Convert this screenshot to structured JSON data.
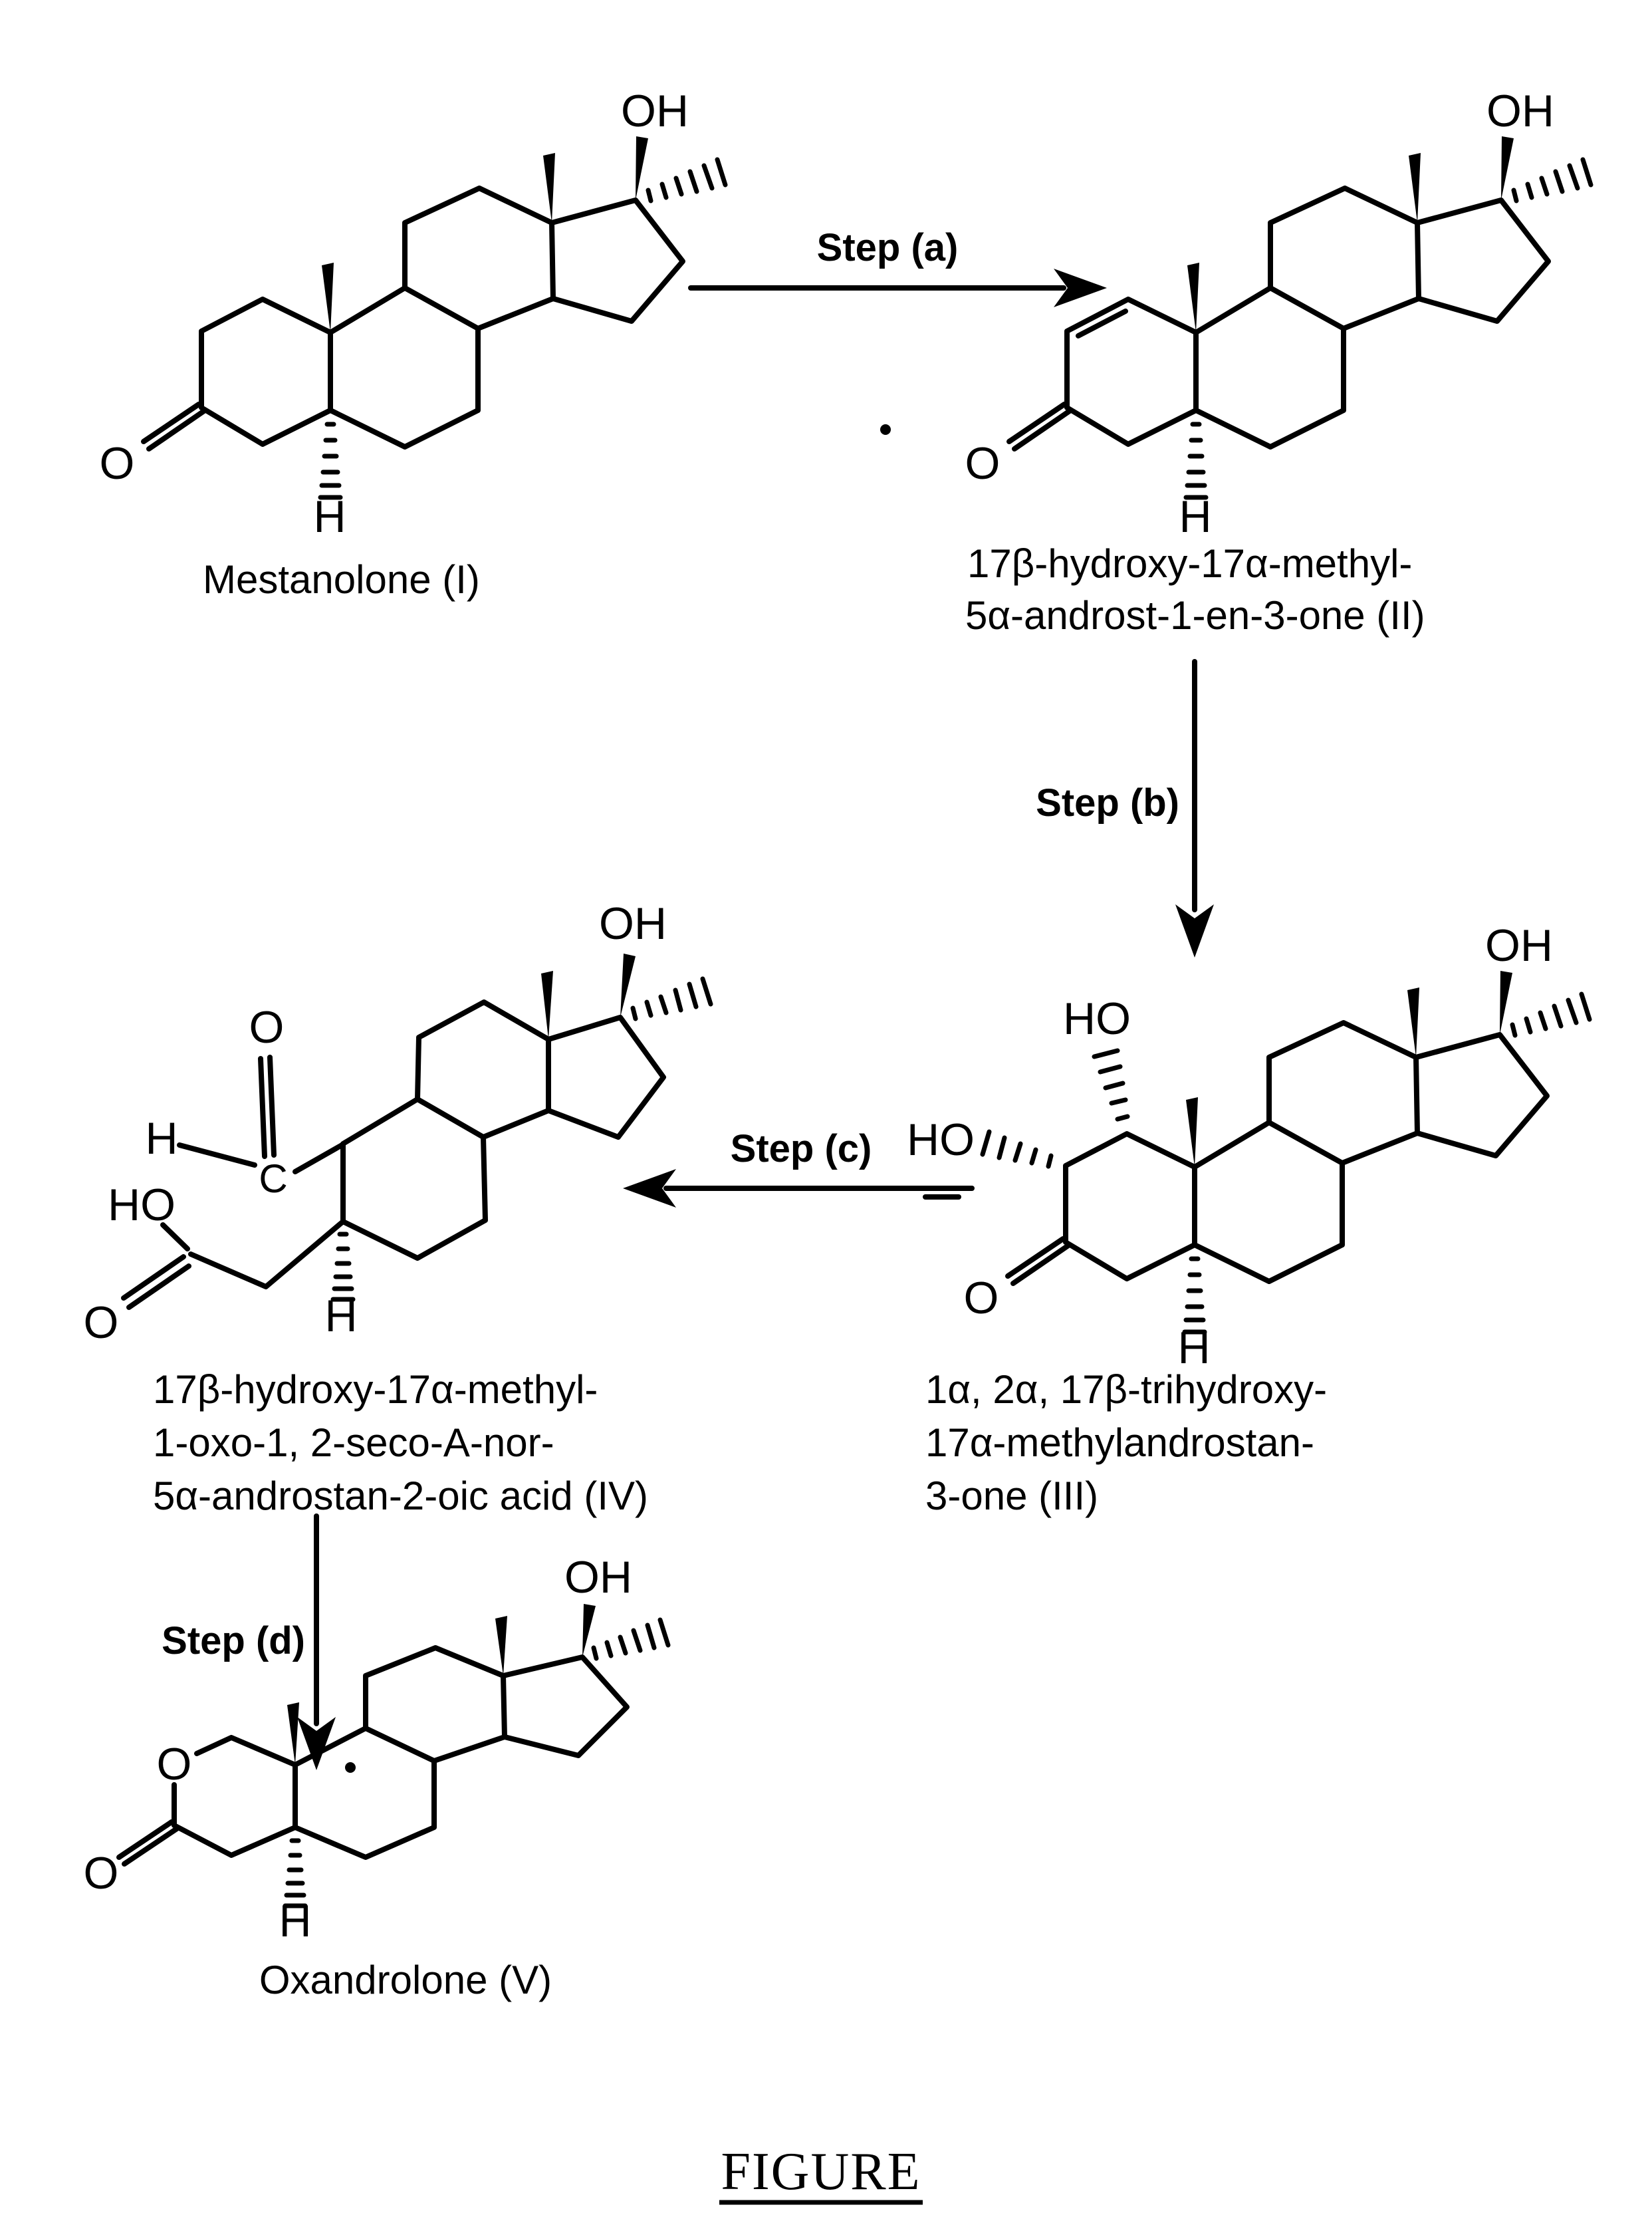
{
  "colors": {
    "ink": "#000000",
    "background": "#ffffff"
  },
  "caption": {
    "text": "FIGURE"
  },
  "steps": [
    {
      "id": "a",
      "label": "Step (a)",
      "direction": "right"
    },
    {
      "id": "b",
      "label": "Step (b)",
      "direction": "down"
    },
    {
      "id": "c",
      "label": "Step (c)",
      "direction": "left"
    },
    {
      "id": "d",
      "label": "Step (d)",
      "direction": "down"
    }
  ],
  "molecules": [
    {
      "numeral": "I",
      "name_lines": [
        "Mestanolone (I)"
      ],
      "atoms": {
        "oh17": "OH",
        "o3": "O",
        "h5": "H"
      }
    },
    {
      "numeral": "II",
      "name_lines": [
        "17β-hydroxy-17α-methyl-",
        "5α-androst-1-en-3-one (II)"
      ],
      "atoms": {
        "oh17": "OH",
        "o3": "O",
        "h5": "H"
      }
    },
    {
      "numeral": "III",
      "name_lines": [
        "1α, 2α, 17β-trihydroxy-",
        "17α-methylandrostan-",
        "3-one (III)"
      ],
      "atoms": {
        "oh17": "OH",
        "ho1": "HO",
        "ho2": "HO",
        "o3": "O",
        "h5": "H"
      }
    },
    {
      "numeral": "IV",
      "name_lines": [
        "17β-hydroxy-17α-methyl-",
        "1-oxo-1, 2-seco-A-nor-",
        "5α-androstan-2-oic acid (IV)"
      ],
      "atoms": {
        "oh17": "OH",
        "o_aldehyde": "O",
        "h_aldehyde": "H",
        "c_aldehyde": "C",
        "ho_acid": "HO",
        "o_acid": "O",
        "h5": "H"
      }
    },
    {
      "numeral": "V",
      "name_lines": [
        "Oxandrolone (V)"
      ],
      "atoms": {
        "oh17": "OH",
        "o_ring": "O",
        "o3": "O",
        "h5": "H"
      }
    }
  ]
}
